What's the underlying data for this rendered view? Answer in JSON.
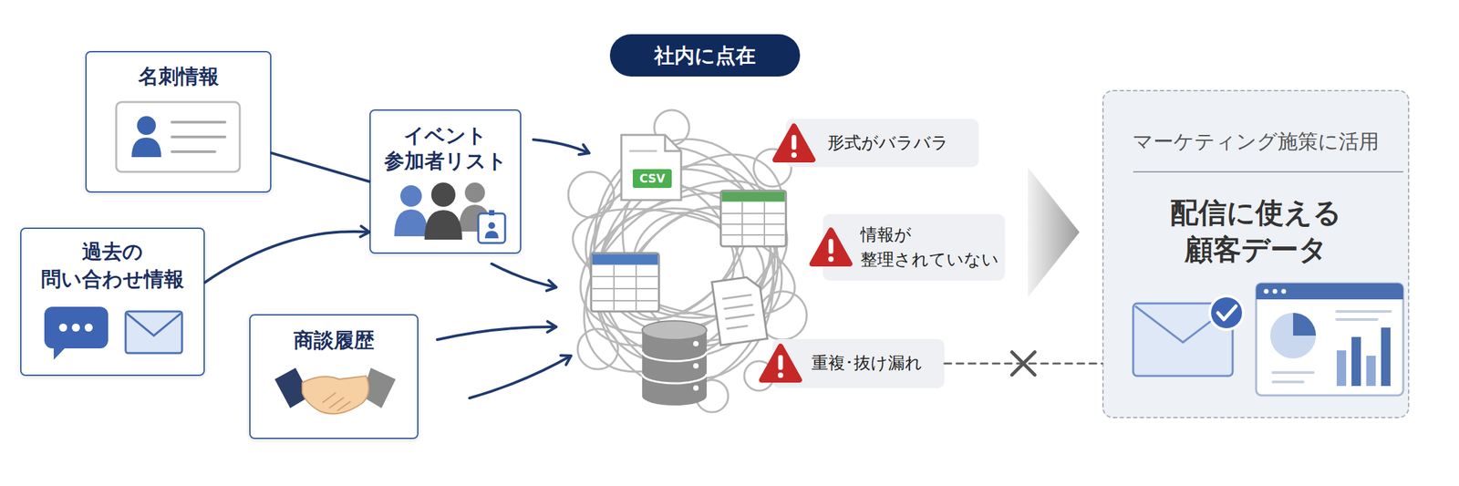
{
  "diagram": {
    "nodes": [
      {
        "text": [
          "名刺情報"
        ]
      },
      {
        "text": [
          "過去の 問い合わせ情報"
        ]
      },
      {
        "text": [
          "イベント 参加者リスト"
        ]
      },
      {
        "text": [
          "商談履歴"
        ]
      },
      {
        "text": [
          "社内に点在"
        ]
      },
      {
        "text": [
          "CSV"
        ]
      },
      {
        "text": [
          "形式がバラバラ"
        ]
      },
      {
        "text": [
          "情報が 整理されていない"
        ]
      },
      {
        "text": [
          "重複･抜け漏れ"
        ]
      },
      {
        "text": [
          "マーケティング施策に活用",
          "配信に使える 顧客データ"
        ]
      }
    ],
    "edges": [
      {
        "from": 0,
        "to": 2,
        "arrow": "none"
      },
      {
        "from": 1,
        "to": 2,
        "arrow": "to"
      },
      {
        "from": 8,
        "to": 9,
        "arrow": "none"
      }
    ]
  }
}
